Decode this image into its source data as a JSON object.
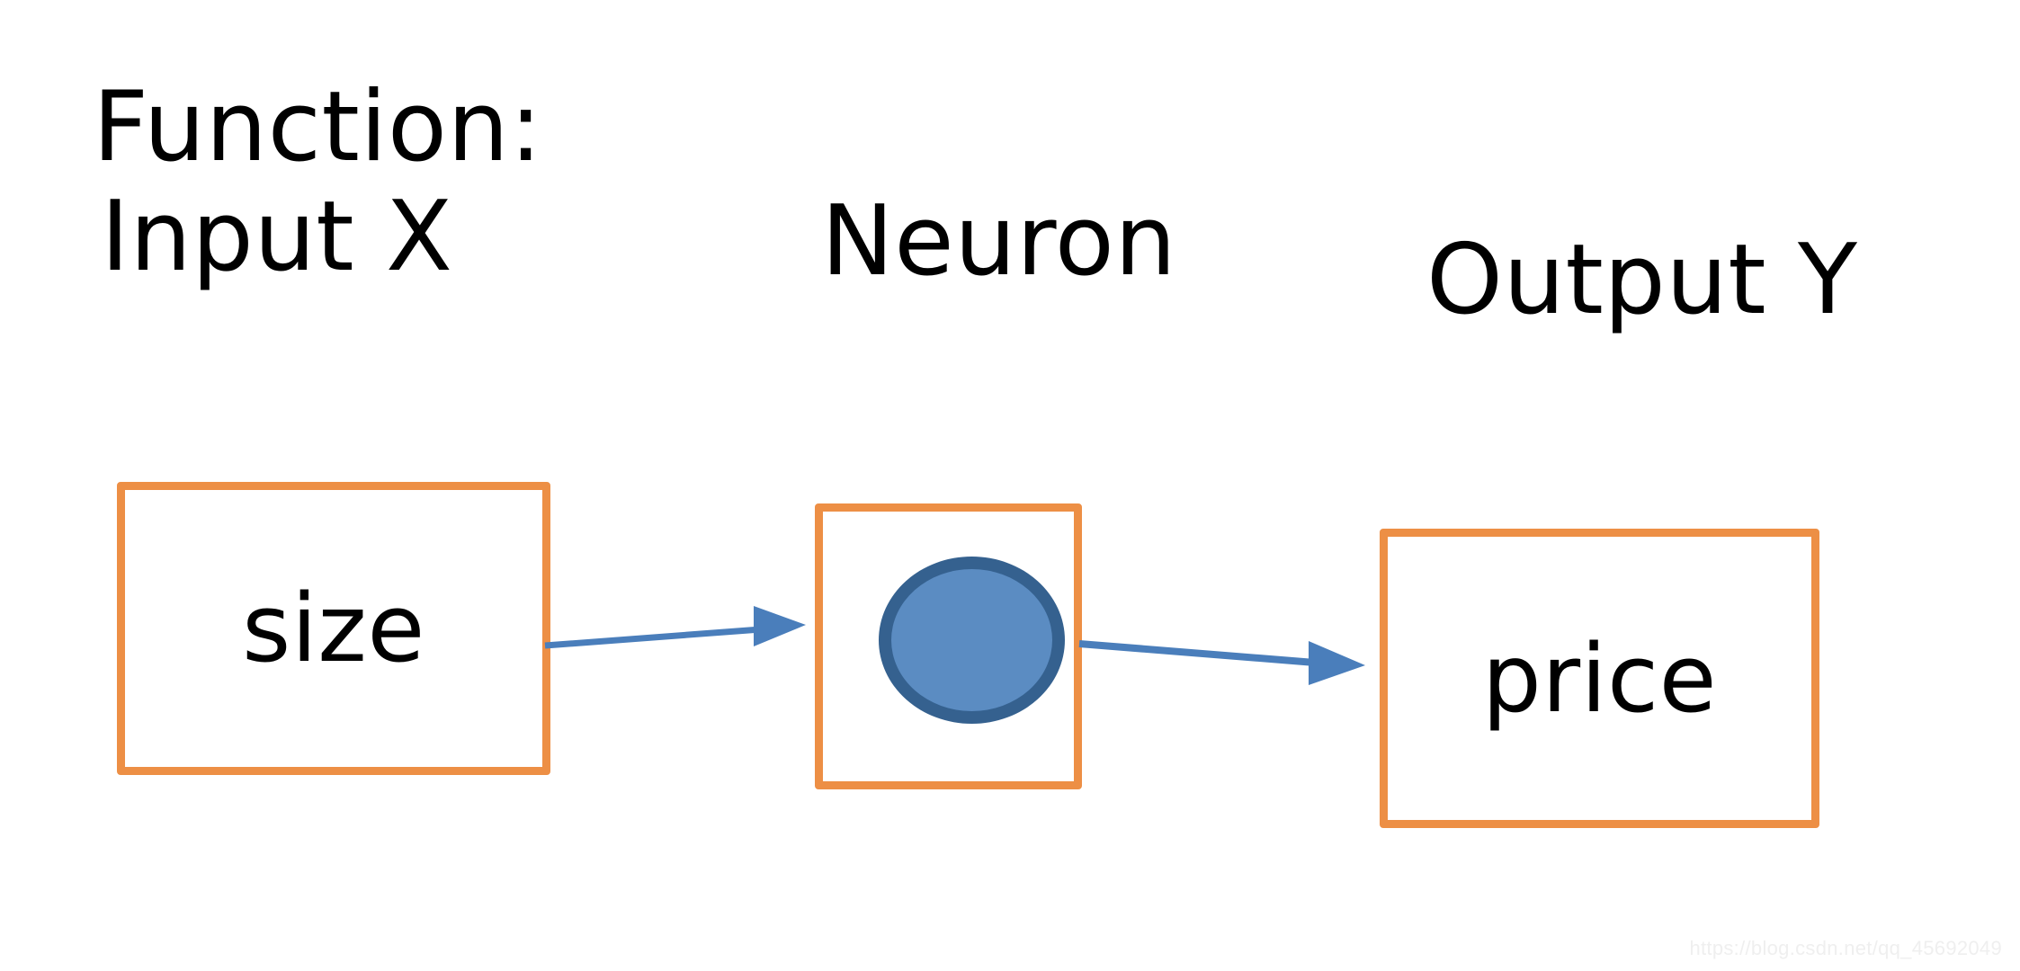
{
  "diagram": {
    "title_label": "Function:",
    "background_color": "#ffffff",
    "labels": {
      "input": "Input X",
      "neuron": "Neuron",
      "output": "Output Y"
    },
    "nodes": [
      {
        "id": "input-node",
        "text": "size",
        "border_color": "#ED8F45",
        "fill_color": "#ffffff"
      },
      {
        "id": "neuron-node",
        "text": "",
        "border_color": "#ED8F45",
        "fill_color": "#ffffff",
        "circle_fill": "#5B8CC2",
        "circle_stroke": "#35618F"
      },
      {
        "id": "output-node",
        "text": "price",
        "border_color": "#ED8F45",
        "fill_color": "#ffffff"
      }
    ],
    "arrows": [
      {
        "id": "arrow-input-to-neuron",
        "from": "input-node",
        "to": "neuron-node",
        "color": "#4A7EBB"
      },
      {
        "id": "arrow-neuron-to-output",
        "from": "neuron-node",
        "to": "output-node",
        "color": "#4A7EBB"
      }
    ],
    "watermark": "https://blog.csdn.net/qq_45692049"
  }
}
